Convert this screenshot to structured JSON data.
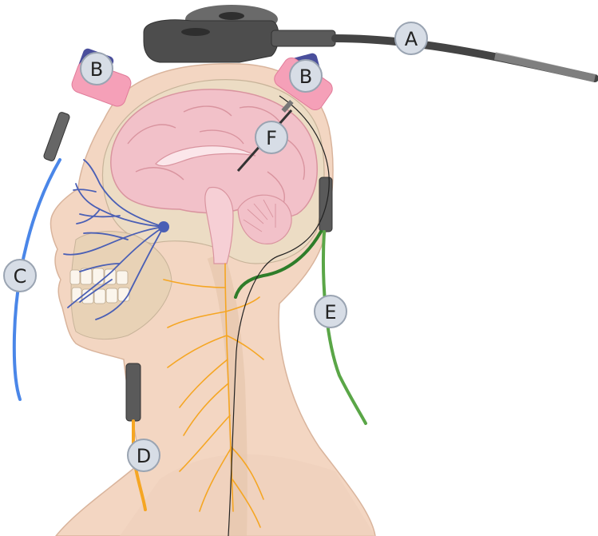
{
  "labels": [
    {
      "id": "A",
      "text": "A"
    },
    {
      "id": "B1",
      "text": "B"
    },
    {
      "id": "B2",
      "text": "B"
    },
    {
      "id": "C",
      "text": "C"
    },
    {
      "id": "D",
      "text": "D"
    },
    {
      "id": "E",
      "text": "E"
    },
    {
      "id": "F",
      "text": "F"
    }
  ],
  "colors": {
    "skin": "#f3d6c2",
    "skin_shadow": "#e3b9a0",
    "brain": "#f2c1c9",
    "brain_dark": "#d9949f",
    "nerve_yellow": "#f5a623",
    "nerve_blue": "#4a5fb5",
    "wire_blue": "#4a86e8",
    "wire_green": "#5aa647",
    "wire_darkgreen": "#2f7d2a",
    "device_gray": "#555555",
    "pad_pink": "#f5a0b8",
    "label_fill": "#d7dde6",
    "label_stroke": "#9aa4b2"
  }
}
